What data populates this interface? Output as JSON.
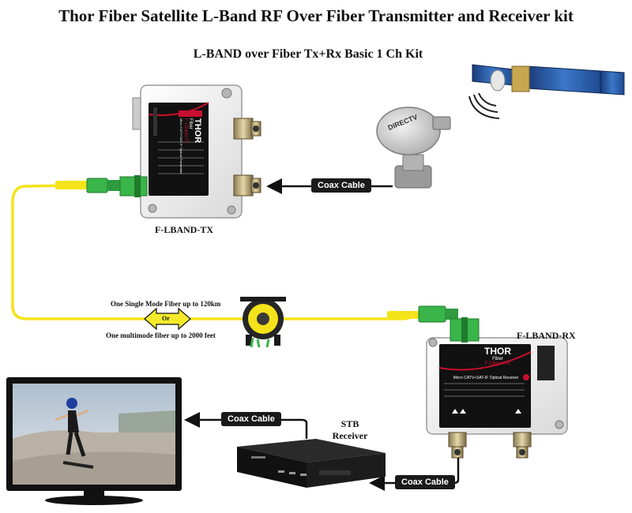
{
  "title": "Thor Fiber Satellite L-Band RF Over Fiber Transmitter and Receiver kit",
  "subtitle": "L-BAND over Fiber Tx+Rx Basic 1 Ch Kit",
  "devices": {
    "tx_label": "F-LBAND-TX",
    "rx_label": "F-LBAND-RX",
    "stb_line1": "STB",
    "stb_line2": "Receiver"
  },
  "fiber": {
    "single_mode": "One Single Mode Fiber up to 120km",
    "or": "Or",
    "multimode": "One multimode fiber up to 2000 feet"
  },
  "cables": {
    "dish_to_tx": "Coax Cable",
    "stb_to_tv": "Coax Cable",
    "rx_to_stb": "Coax Cable"
  },
  "brand": {
    "dish": "DIRECTV",
    "thor": "THOR",
    "fiber": "Fiber",
    "tx_model": "F-LBand-Tx",
    "rx_model": "F-LBand-Rx",
    "tx_desc": "Micro CATV+SAT-IF Optical Transmitter",
    "rx_desc": "Micro CATV+SAT-IF Optical Receiver"
  },
  "colors": {
    "fiber_yellow": "#f4e31a",
    "connector_green": "#39b54a",
    "arrow_yellow": "#f5ea2a",
    "thor_red": "#c8102e"
  }
}
